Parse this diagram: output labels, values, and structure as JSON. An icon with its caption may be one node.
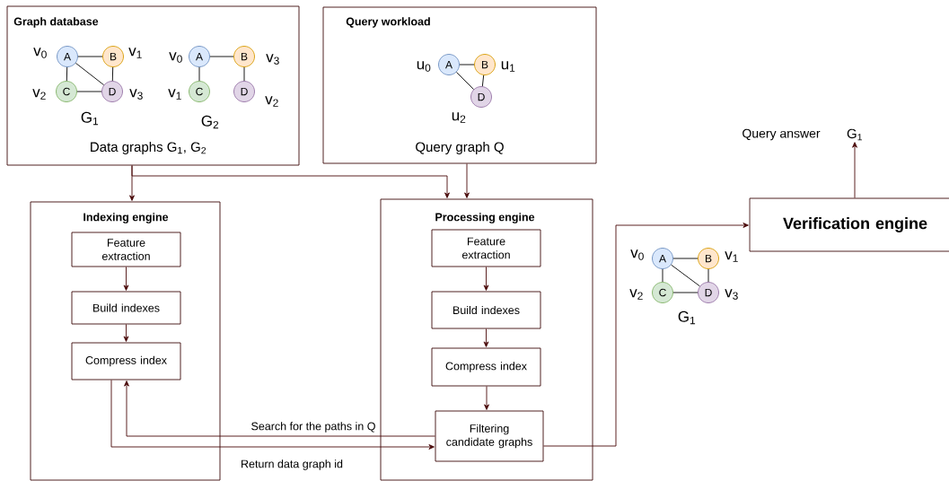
{
  "diagram": {
    "nodes": [
      {
        "text": [
          "Graph database",
          "Data graphs G$_{1}$, G$_{2}$"
        ]
      },
      {
        "text": [
          "A"
        ],
        "in": 0,
        "beside": [
          "v$_{0}$"
        ]
      },
      {
        "text": [
          "B"
        ],
        "in": 0,
        "beside": [
          "v$_{1}$"
        ]
      },
      {
        "text": [
          "C"
        ],
        "in": 0,
        "beside": [
          "v$_{2}$"
        ]
      },
      {
        "text": [
          "D"
        ],
        "in": 0,
        "beside": [
          "v$_{3}$"
        ]
      },
      {
        "text": [
          "A"
        ],
        "in": 0,
        "beside": [
          "v$_{0}$"
        ]
      },
      {
        "text": [
          "B"
        ],
        "in": 0,
        "beside": [
          "v$_{3}$"
        ]
      },
      {
        "text": [
          "C"
        ],
        "in": 0,
        "beside": [
          "v$_{1}$"
        ]
      },
      {
        "text": [
          "D"
        ],
        "in": 0,
        "beside": [
          "v$_{2}$"
        ]
      },
      {
        "text": [
          "Query workload",
          "Query graph Q"
        ]
      },
      {
        "text": [
          "A"
        ],
        "in": 9,
        "beside": [
          "u$_{0}$"
        ]
      },
      {
        "text": [
          "B"
        ],
        "in": 9,
        "beside": [
          "u$_{1}$"
        ]
      },
      {
        "text": [
          "D"
        ],
        "in": 9,
        "beside": [
          "u$_{2}$"
        ]
      },
      {
        "text": [
          "Indexing engine"
        ]
      },
      {
        "text": [
          "Feature extraction"
        ],
        "in": 13
      },
      {
        "text": [
          "Build indexes"
        ],
        "in": 13
      },
      {
        "text": [
          "Compress index"
        ],
        "in": 13
      },
      {
        "text": [
          "Processing engine"
        ]
      },
      {
        "text": [
          "Feature extraction"
        ],
        "in": 17
      },
      {
        "text": [
          "Build indexes"
        ],
        "in": 17
      },
      {
        "text": [
          "Compress index"
        ],
        "in": 17
      },
      {
        "text": [
          "Filtering candidate graphs"
        ],
        "in": 17
      },
      {
        "text": [
          "Verification engine"
        ]
      },
      {
        "text": [
          "Query answer",
          "G$_{1}$"
        ]
      },
      {
        "text": [
          "A"
        ],
        "beside": [
          "v$_{0}$"
        ]
      },
      {
        "text": [
          "B"
        ],
        "beside": [
          "v$_{1}$"
        ]
      },
      {
        "text": [
          "C"
        ],
        "beside": [
          "v$_{2}$"
        ]
      },
      {
        "text": [
          "D"
        ],
        "beside": [
          "v$_{3}$"
        ]
      }
    ],
    "edges": [
      {
        "from": 1,
        "to": 2,
        "arrow": "none"
      },
      {
        "from": 1,
        "to": 3,
        "arrow": "none"
      },
      {
        "from": 1,
        "to": 4,
        "arrow": "none"
      },
      {
        "from": 2,
        "to": 4,
        "arrow": "none"
      },
      {
        "from": 3,
        "to": 4,
        "arrow": "none"
      },
      {
        "from": 5,
        "to": 6,
        "arrow": "none"
      },
      {
        "from": 5,
        "to": 7,
        "arrow": "none"
      },
      {
        "from": 6,
        "to": 8,
        "arrow": "none"
      },
      {
        "from": 10,
        "to": 11,
        "arrow": "none"
      },
      {
        "from": 10,
        "to": 12,
        "arrow": "none"
      },
      {
        "from": 11,
        "to": 12,
        "arrow": "none"
      },
      {
        "from": 0,
        "to": 13,
        "arrow": "to",
        "color": "#4a0a0a"
      },
      {
        "from": 0,
        "to": 17,
        "arrow": "to",
        "color": "#4a0a0a"
      },
      {
        "from": 9,
        "to": 17,
        "arrow": "to",
        "color": "#4a0a0a"
      },
      {
        "from": 14,
        "to": 15,
        "arrow": "to",
        "color": "#4a0a0a"
      },
      {
        "from": 15,
        "to": 16,
        "arrow": "to",
        "color": "#4a0a0a"
      },
      {
        "from": 18,
        "to": 19,
        "arrow": "to",
        "color": "#4a0a0a"
      },
      {
        "from": 19,
        "to": 20,
        "arrow": "to",
        "color": "#4a0a0a"
      },
      {
        "from": 20,
        "to": 21,
        "arrow": "to",
        "color": "#4a0a0a"
      },
      {
        "from": 21,
        "to": 16,
        "arrow": "to",
        "color": "#4a0a0a",
        "label": "Search for the paths in Q"
      },
      {
        "from": 16,
        "to": 21,
        "arrow": "to",
        "color": "#4a0a0a",
        "label": "Return data graph id"
      },
      {
        "from": 21,
        "to": 22,
        "arrow": "to",
        "color": "#4a0a0a"
      },
      {
        "from": 22,
        "to": 23,
        "arrow": "to",
        "color": "#4a0a0a"
      },
      {
        "from": 24,
        "to": 25,
        "arrow": "none"
      },
      {
        "from": 24,
        "to": 26,
        "arrow": "none"
      },
      {
        "from": 24,
        "to": 27,
        "arrow": "none"
      },
      {
        "from": 25,
        "to": 27,
        "arrow": "none"
      },
      {
        "from": 26,
        "to": 27,
        "arrow": "none"
      }
    ],
    "labels": [
      "G$_{1}$",
      "G$_{2}$",
      "G$_{1}$"
    ]
  }
}
